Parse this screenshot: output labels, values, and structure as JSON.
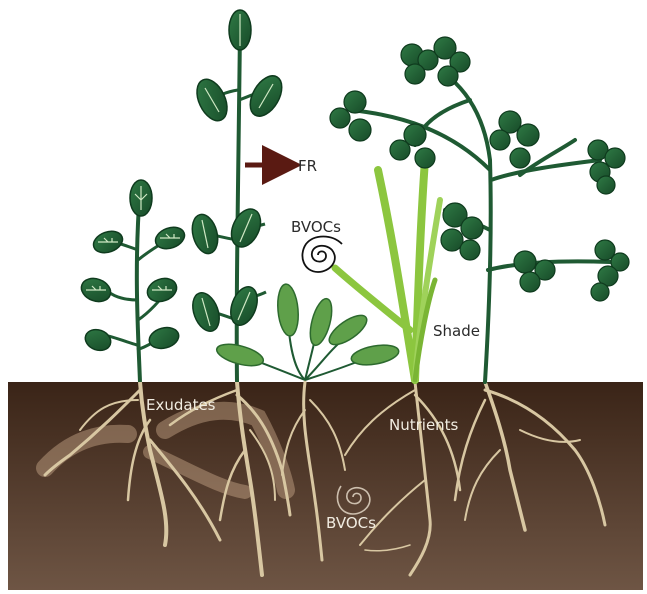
{
  "labels": {
    "fr": "FR",
    "bvocs_air": "BVOCs",
    "shade": "Shade",
    "exudates": "Exudates",
    "nutrients": "Nutrients",
    "bvocs_soil": "BVOCs"
  },
  "colors": {
    "soil_top": "#3a2417",
    "soil_bottom": "#6e5544",
    "root": "#d8c7a2",
    "stem": "#1f5a33",
    "leaf_dark": "#1e5b32",
    "leaf_light": "#7fbf4a",
    "grass": "#8cc63f",
    "arrow": "#5a1a12"
  }
}
